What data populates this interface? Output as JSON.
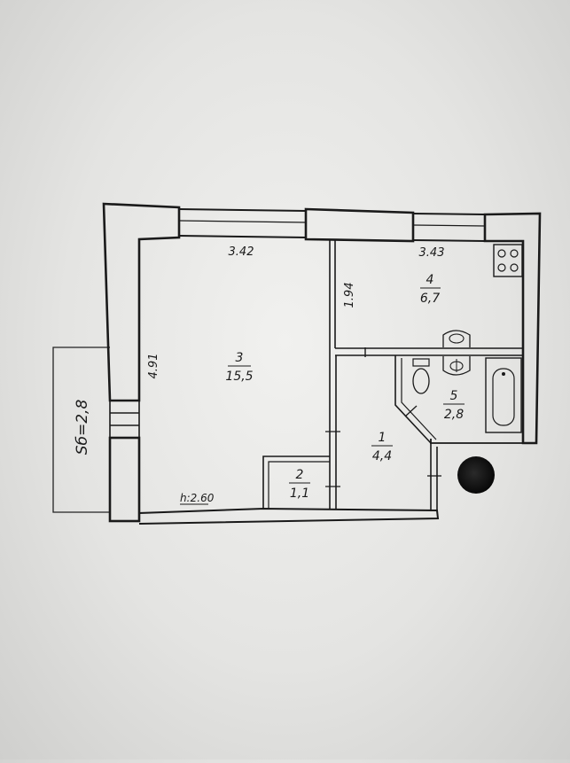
{
  "plan": {
    "rooms": [
      {
        "id": "room-1",
        "number": "1",
        "area": "4,4"
      },
      {
        "id": "room-2",
        "number": "2",
        "area": "1,1"
      },
      {
        "id": "room-3",
        "number": "3",
        "area": "15,5"
      },
      {
        "id": "room-4",
        "number": "4",
        "area": "6,7"
      },
      {
        "id": "room-5",
        "number": "5",
        "area": "2,8"
      }
    ],
    "dimensions": {
      "room3_width": "3.42",
      "room4_width": "3.43",
      "room3_depth": "4.91",
      "room4_depth": "1.94"
    },
    "ceiling_height": "h:2.60",
    "balcony_area": "Sб=2,8",
    "colors": {
      "wall": "#1a1a1a",
      "paper": "#ebebea",
      "stain": "#111111"
    }
  }
}
